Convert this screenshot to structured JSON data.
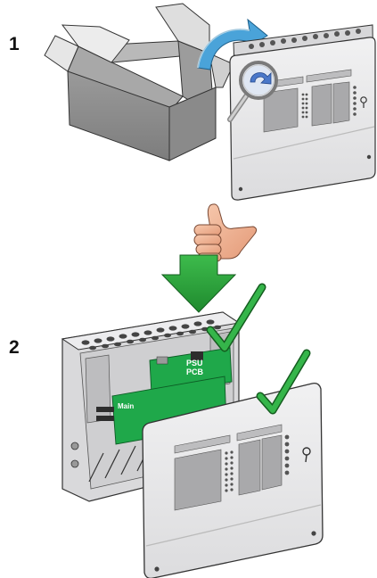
{
  "steps": [
    {
      "number": "1"
    },
    {
      "number": "2"
    }
  ],
  "pcb_labels": {
    "psu_line1": "PSU",
    "psu_line2": "PCB",
    "main": "Main"
  },
  "colors": {
    "arrow_green": "#2e9e3c",
    "check_green": "#28a23a",
    "pcb_green": "#1fa84a",
    "rotate_arrow_blue": "#4aa3d9",
    "box_grey": "#8f8f8f",
    "panel_light": "#e9e9ea"
  },
  "icons": {
    "rotate": "rotate-arrow-icon",
    "magnifier": "magnifier-icon",
    "thumbs_up": "thumbs-up-icon",
    "down_arrow": "down-arrow-icon",
    "check": "checkmark-icon"
  }
}
